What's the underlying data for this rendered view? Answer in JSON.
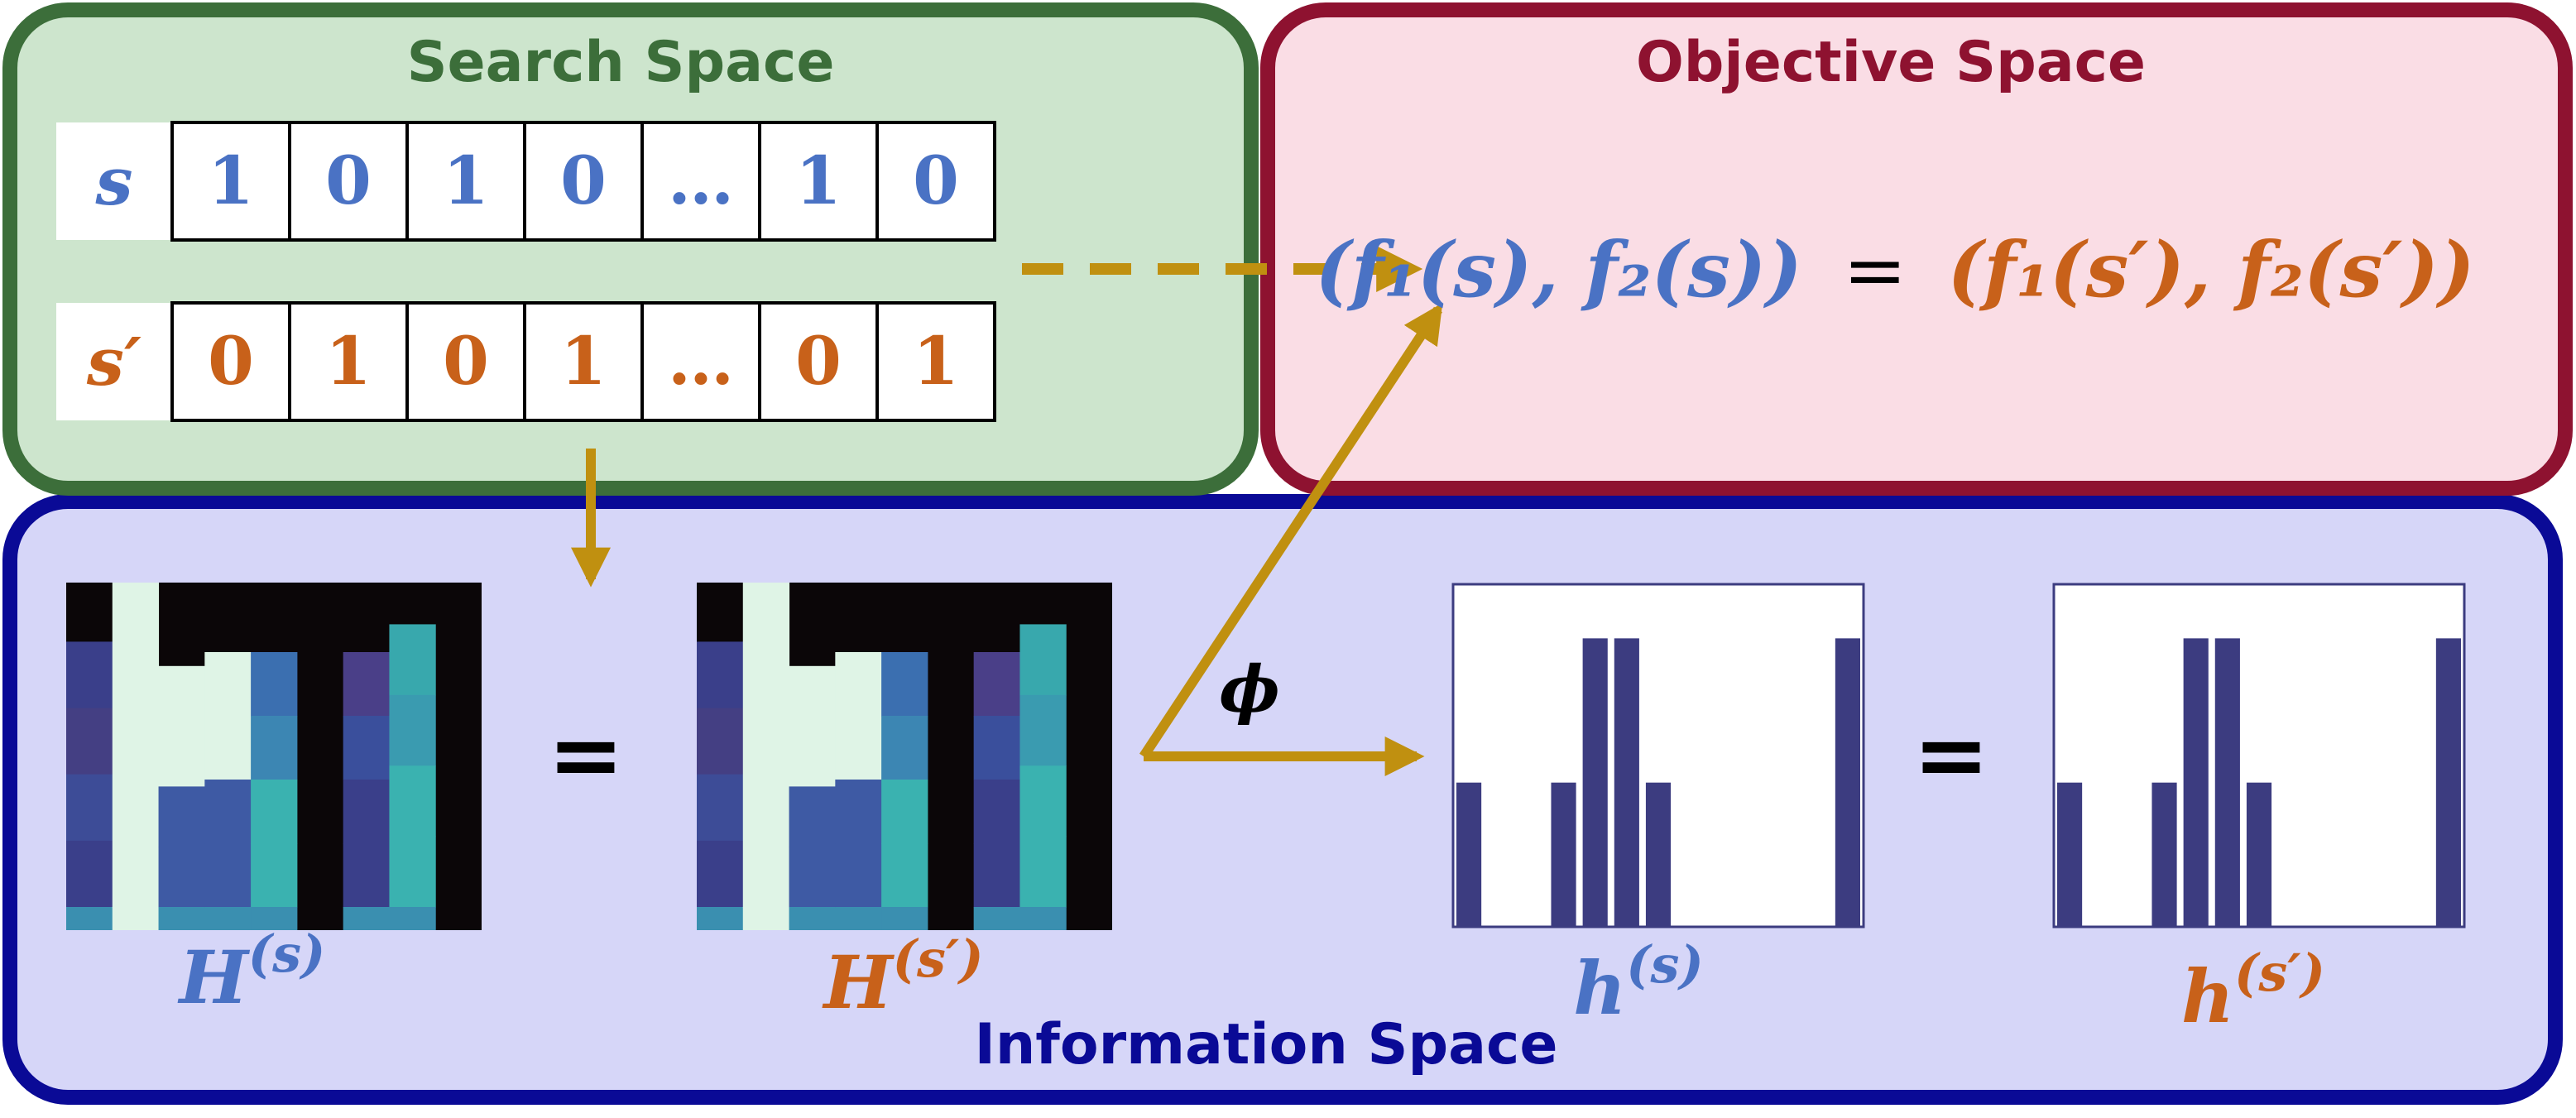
{
  "colors": {
    "search_fill": "#cde5cd",
    "search_border": "#3c6e3a",
    "objective_fill": "#fadde5",
    "objective_border": "#8e1230",
    "info_fill": "#d6d6f8",
    "info_border": "#0a0a96",
    "blue": "#4a72c4",
    "orange": "#c8611a",
    "arrow": "#c09010",
    "hist_bar": "#3c3c80"
  },
  "panels": {
    "search_title": "Search Space",
    "objective_title": "Objective Space",
    "info_title": "Information Space"
  },
  "strings": {
    "s": {
      "label": "s",
      "bits": [
        "1",
        "0",
        "1",
        "0",
        "…",
        "1",
        "0"
      ]
    },
    "s_prime": {
      "label": "s′",
      "bits": [
        "0",
        "1",
        "0",
        "1",
        "…",
        "0",
        "1"
      ]
    }
  },
  "objective": {
    "lhs": "(f₁(s), f₂(s))",
    "equals": "=",
    "rhs": "(f₁(s′), f₂(s′))"
  },
  "info": {
    "equals": "=",
    "phi": "ϕ",
    "H_s": {
      "base": "H",
      "sup": "(s)"
    },
    "H_sp": {
      "base": "H",
      "sup": "(s′)"
    },
    "h_s": {
      "base": "h",
      "sup": "(s)"
    },
    "h_sp": {
      "base": "h",
      "sup": "(s′)"
    }
  },
  "histogram": {
    "values": [
      0.4,
      0,
      0,
      0.4,
      0.8,
      0.8,
      0.4,
      0,
      0,
      0,
      0,
      0,
      0.8
    ]
  }
}
